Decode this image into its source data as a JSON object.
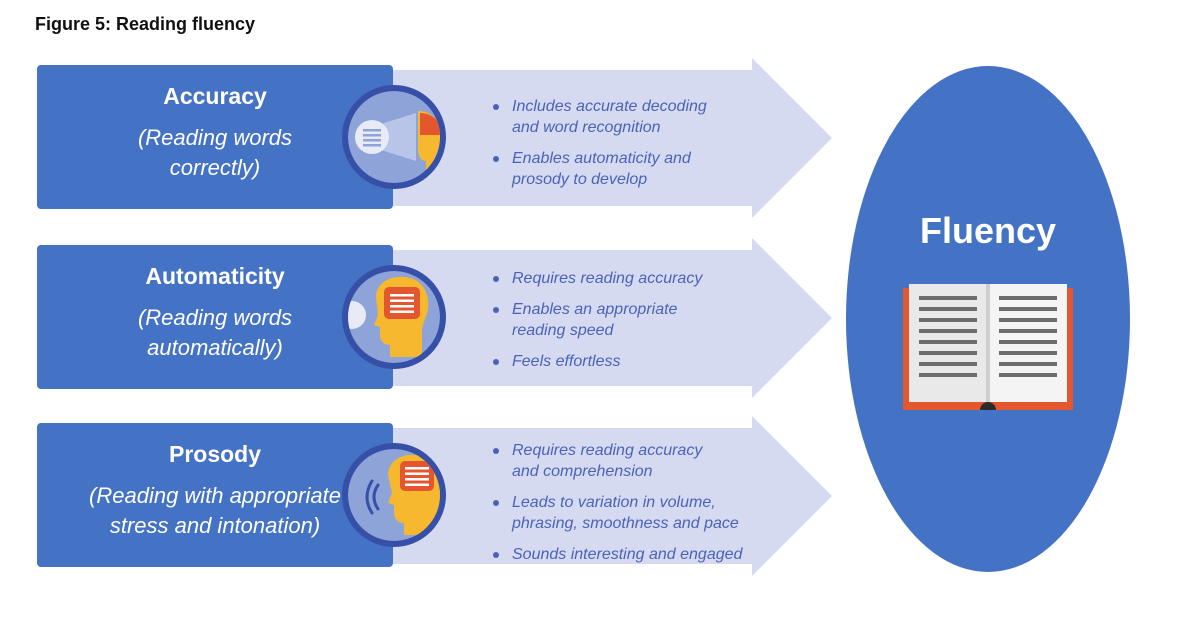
{
  "figure_title": "Figure 5: Reading fluency",
  "rows": [
    {
      "title": "Accuracy",
      "subtitle": "(Reading words\ncorrectly)",
      "icon": "eye-reading-icon",
      "bullets": [
        "Includes accurate decoding\nand word recognition",
        "Enables automaticity and\nprosody to develop"
      ]
    },
    {
      "title": "Automaticity",
      "subtitle": "(Reading words\nautomatically)",
      "icon": "head-text-icon",
      "bullets": [
        "Requires reading accuracy",
        "Enables an appropriate\nreading speed",
        "Feels effortless"
      ]
    },
    {
      "title": "Prosody",
      "subtitle": "(Reading with appropriate\nstress and intonation)",
      "icon": "head-speaking-icon",
      "bullets": [
        "Requires reading accuracy\nand comprehension",
        "Leads to variation in volume,\nphrasing, smoothness and pace",
        "Sounds interesting and engaged"
      ]
    }
  ],
  "result": {
    "title": "Fluency",
    "icon": "open-book-icon"
  },
  "colors": {
    "box_blue": "#4472c4",
    "arrow_light": "#d5daf0",
    "bullet_text": "#4a63b8",
    "book_border": "#e4572e"
  }
}
